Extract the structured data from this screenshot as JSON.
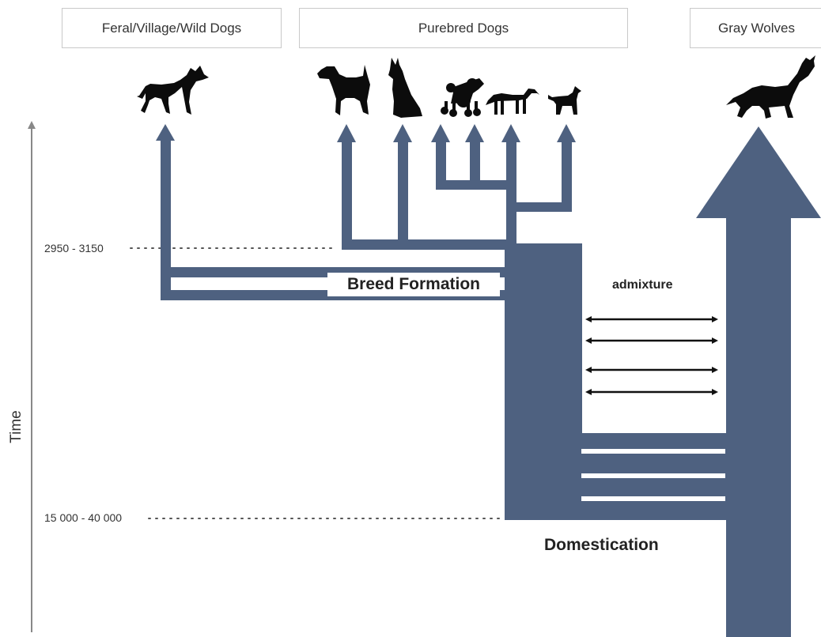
{
  "headers": {
    "feral": "Feral/Village/Wild Dogs",
    "purebred": "Purebred Dogs",
    "wolves": "Gray Wolves"
  },
  "axis": {
    "label": "Time"
  },
  "eras": {
    "recent": "2950 - 3150",
    "ancient": "15 000 - 40 000"
  },
  "events": {
    "breed_formation": "Breed Formation",
    "admixture": "admixture",
    "domestication": "Domestication"
  },
  "icons": [
    "standing-dog-icon",
    "terrier-icon",
    "sitting-shepherd-icon",
    "poodle-icon",
    "dachshund-icon",
    "small-dog-icon",
    "howling-wolf-icon"
  ],
  "colors": {
    "lineage": "#4e6180",
    "text": "#333333",
    "axis": "#888888"
  }
}
